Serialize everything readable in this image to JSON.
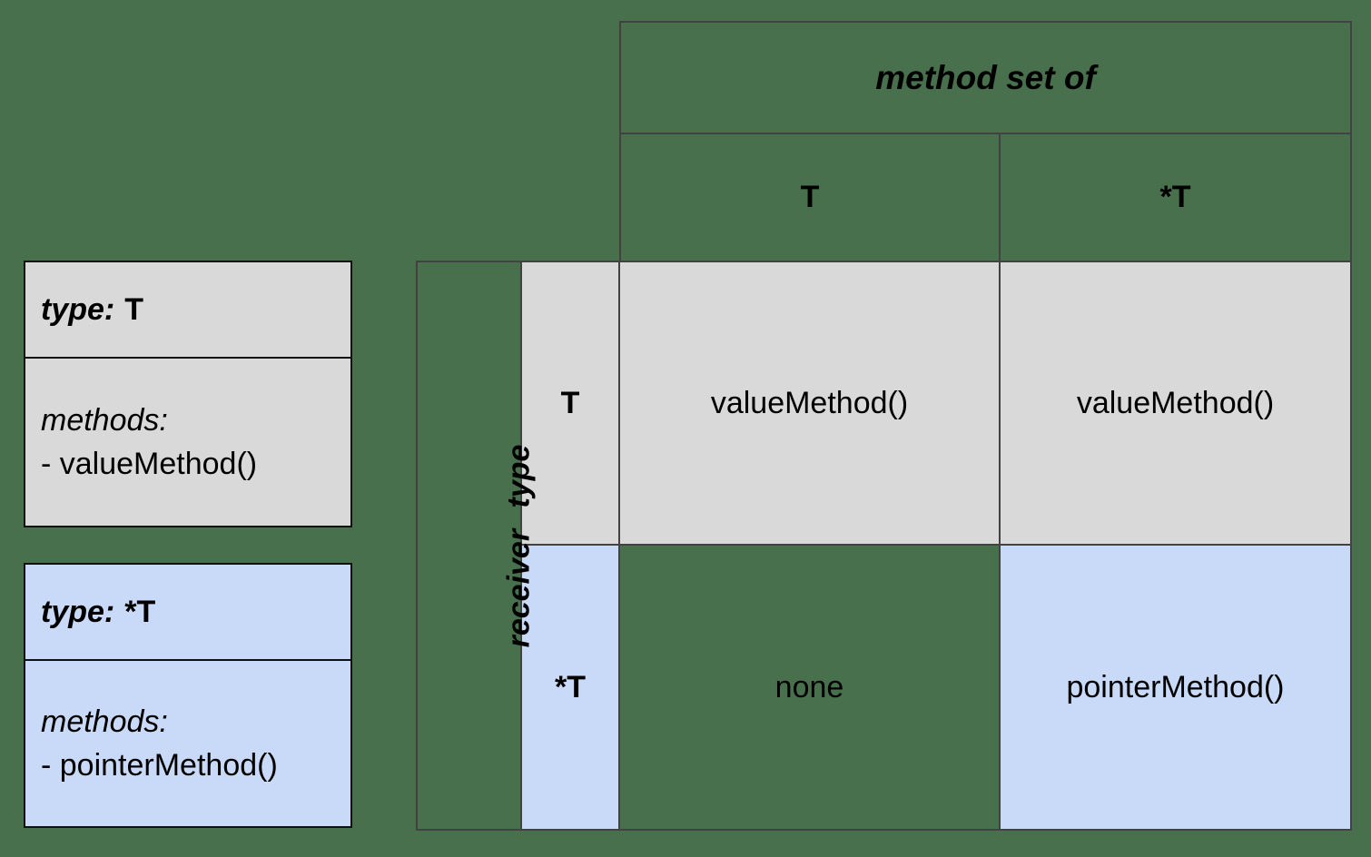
{
  "colors": {
    "background_green": "#48704d",
    "table_border": "#424242",
    "box_border": "#111111",
    "value_type_fill": "#d9d9d9",
    "pointer_type_fill": "#c9daf8",
    "text": "#000000"
  },
  "type_boxes": [
    {
      "title_label": "type:",
      "title_value": "T",
      "methods_label": "methods:",
      "method_item": "- valueMethod()"
    },
    {
      "title_label": "type:",
      "title_value": "*T",
      "methods_label": "methods:",
      "method_item": "- pointerMethod()"
    }
  ],
  "matrix": {
    "column_axis_title": "method set of",
    "row_axis_title": "receiver type",
    "column_headers": [
      "T",
      "*T"
    ],
    "row_headers": [
      "T",
      "*T"
    ],
    "cells": [
      [
        "valueMethod()",
        "valueMethod()"
      ],
      [
        "none",
        "pointerMethod()"
      ]
    ]
  }
}
